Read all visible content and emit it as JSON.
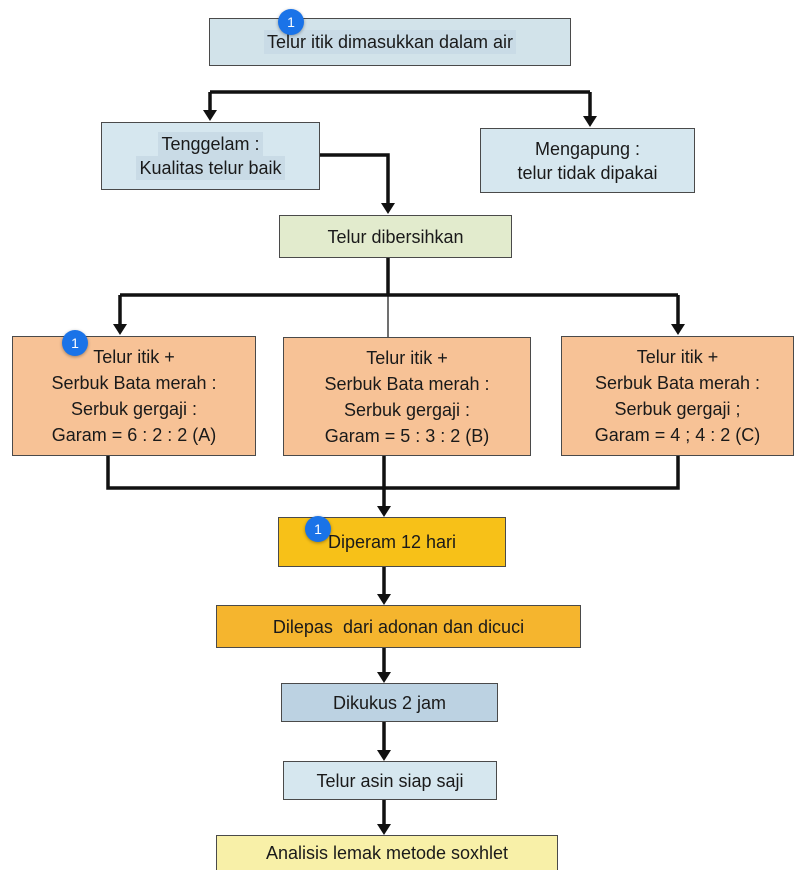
{
  "steps": {
    "step_1": "Telur itik dimasukkan dalam air",
    "step_tenggelam": [
      "Tenggelam :",
      "Kualitas telur baik"
    ],
    "step_mengapung": [
      "Mengapung :",
      "telur tidak dipakai"
    ],
    "step_bersih": "Telur dibersihkan",
    "step_a": [
      "Telur itik +",
      "Serbuk Bata merah :",
      "Serbuk gergaji :",
      "Garam = 6 : 2 : 2 (A)"
    ],
    "step_b": [
      "Telur itik +",
      "Serbuk Bata merah :",
      "Serbuk gergaji :",
      "Garam = 5 : 3 : 2 (B)"
    ],
    "step_c": [
      "Telur itik +",
      "Serbuk Bata merah :",
      "Serbuk gergaji ;",
      "Garam = 4 ; 4 : 2 (C)"
    ],
    "step_peram": "Diperam 12 hari",
    "step_lepas": "Dilepas  dari adonan dan dicuci",
    "step_kukus": "Dikukus 2 jam",
    "step_siap": "Telur asin siap saji",
    "step_analisis": "Analisis lemak metode soxhlet"
  },
  "badges": {
    "b1": "1",
    "b2": "1",
    "b3": "1"
  },
  "colors": {
    "blue_box": "#d2e3ea",
    "green_box": "#e2ebcd",
    "peach_box": "#f7c296",
    "gold_box": "#f7c118",
    "orange_box": "#f5b52e",
    "steel_box": "#bcd2e2",
    "light_blue_box": "#d6e7ef",
    "yellow_box": "#f8f0a8",
    "badge": "#1a73e8"
  }
}
